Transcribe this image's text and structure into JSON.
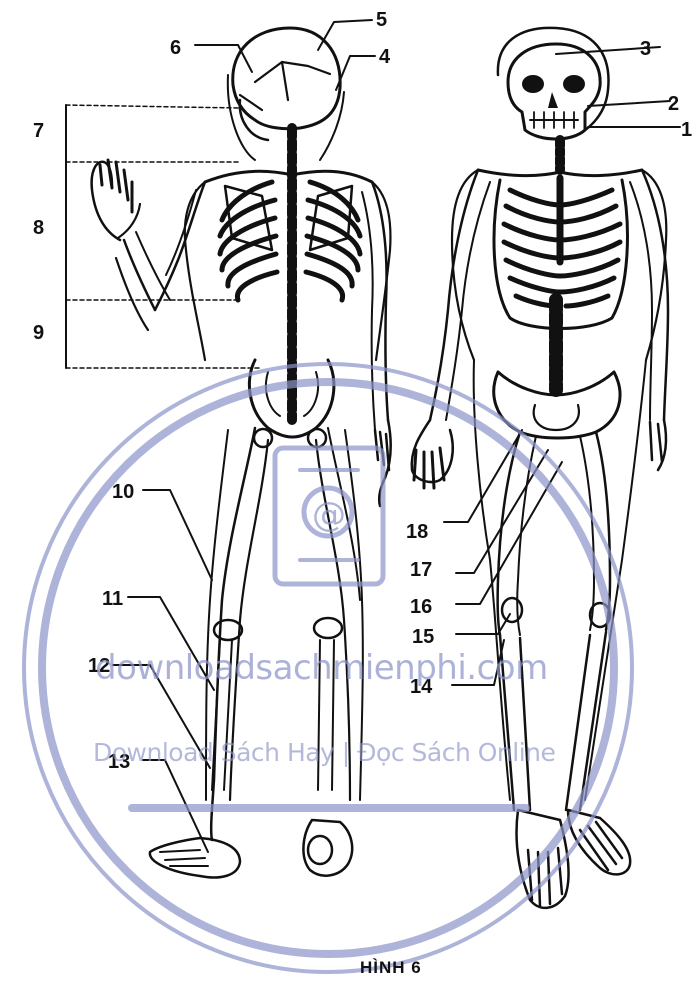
{
  "labels": {
    "n1": "1",
    "n2": "2",
    "n3": "3",
    "n4": "4",
    "n5": "5",
    "n6": "6",
    "n7": "7",
    "n8": "8",
    "n9": "9",
    "n10": "10",
    "n11": "11",
    "n12": "12",
    "n13": "13",
    "n14": "14",
    "n15": "15",
    "n16": "16",
    "n17": "17",
    "n18": "18"
  },
  "caption": "HÌNH 6",
  "watermark": {
    "site": "downloadsachmienphi.com",
    "tagline": "Download Sách Hay | Đọc Sách Online"
  },
  "colors": {
    "ink": "#111111",
    "watermark": "#8d95c9",
    "paper": "#ffffff"
  }
}
